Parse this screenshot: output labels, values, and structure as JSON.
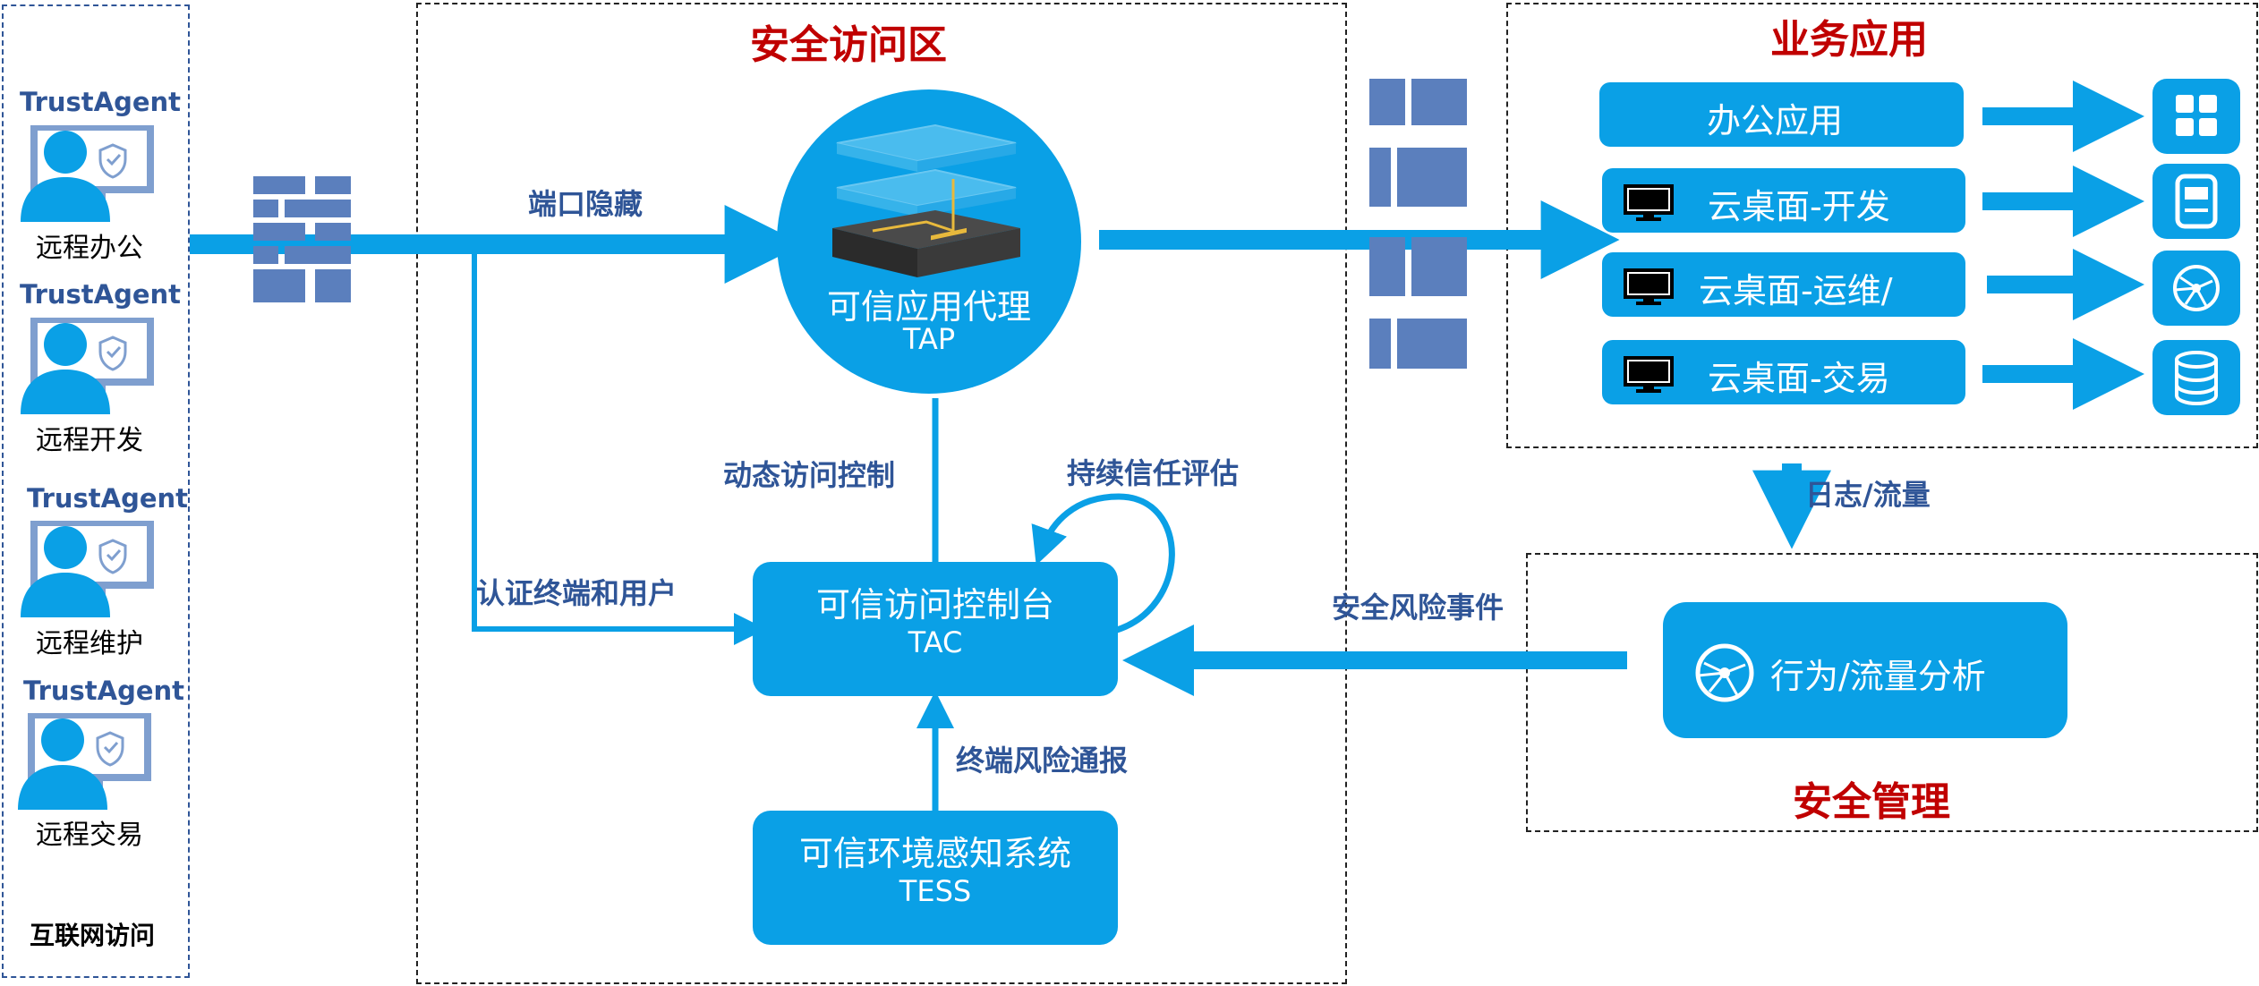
{
  "zones": {
    "internet": {
      "title": "互联网访问"
    },
    "secure_access": {
      "title": "安全访问区"
    },
    "business": {
      "title": "业务应用"
    },
    "security_mgmt": {
      "title": "安全管理"
    }
  },
  "agents": [
    {
      "name": "TrustAgent",
      "caption": "远程办公"
    },
    {
      "name": "TrustAgent",
      "caption": "远程开发"
    },
    {
      "name": "TrustAgent",
      "caption": "远程维护"
    },
    {
      "name": "TrustAgent",
      "caption": "远程交易"
    }
  ],
  "tap": {
    "name": "可信应用代理",
    "abbr": "TAP"
  },
  "tac": {
    "name": "可信访问控制台",
    "abbr": "TAC"
  },
  "tess": {
    "name": "可信环境感知系统",
    "abbr": "TESS"
  },
  "analysis": {
    "label": "行为/流量分析",
    "icon": "globe-icon"
  },
  "apps": [
    {
      "label": "办公应用",
      "has_monitor": false,
      "end_icon": "grid-icon"
    },
    {
      "label": "云桌面-开发",
      "has_monitor": true,
      "end_icon": "server-icon"
    },
    {
      "label": "云桌面-运维/",
      "has_monitor": true,
      "end_icon": "globe-icon"
    },
    {
      "label": "云桌面-交易",
      "has_monitor": true,
      "end_icon": "database-icon"
    }
  ],
  "flows": {
    "port_hiding": "端口隐藏",
    "dynamic_access_control": "动态访问控制",
    "continuous_trust": "持续信任评估",
    "auth_terminal_user": "认证终端和用户",
    "terminal_risk": "终端风险通报",
    "security_risk_event": "安全风险事件",
    "log_traffic": "日志/流量"
  },
  "colors": {
    "accent": "#0aa0e6",
    "label_blue": "#2f5597",
    "zone_red": "#c00000",
    "firewall": "#5b7fbd",
    "agent_border": "#7f9fcf"
  }
}
